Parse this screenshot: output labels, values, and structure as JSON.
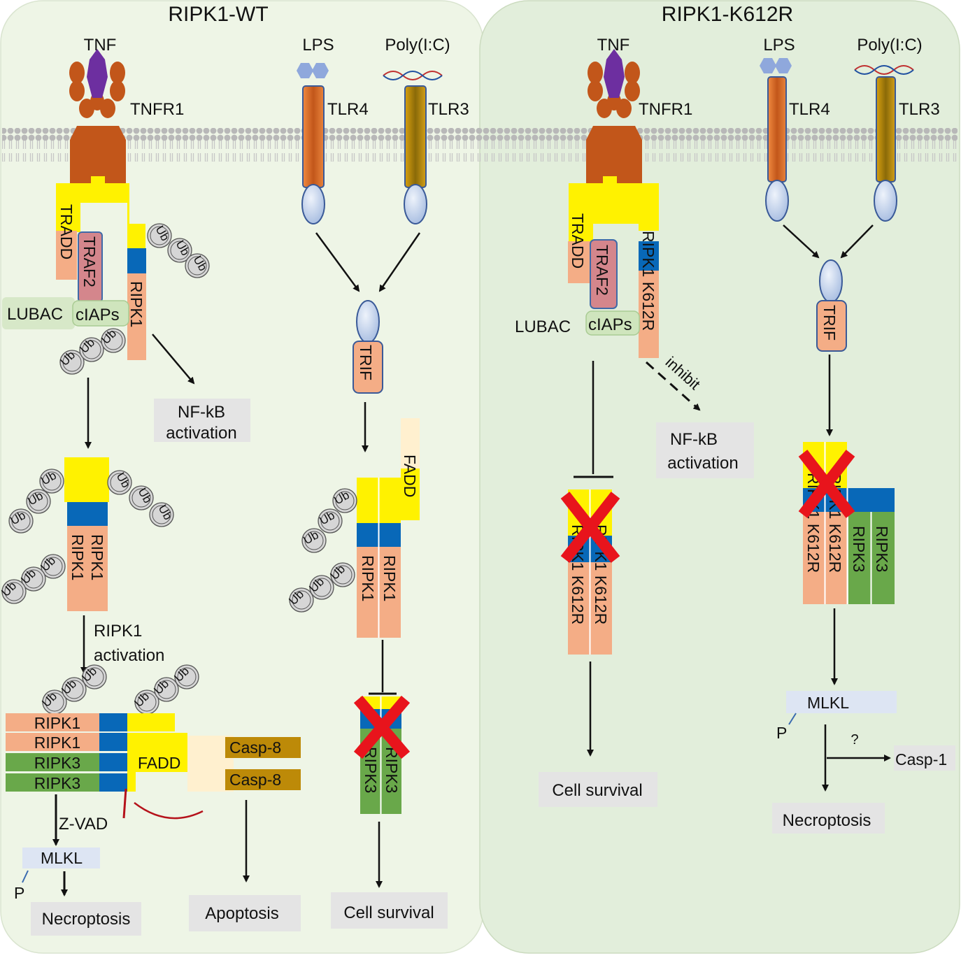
{
  "panels": {
    "wt": {
      "title": "RIPK1-WT"
    },
    "mut": {
      "title": "RIPK1-K612R"
    }
  },
  "ligands": {
    "tnf": "TNF",
    "lps": "LPS",
    "polyic": "Poly(I:C)"
  },
  "receptors": {
    "tnfr1": "TNFR1",
    "tlr4": "TLR4",
    "tlr3": "TLR3"
  },
  "proteins": {
    "tradd": "TRADD",
    "traf2": "TRAF2",
    "ripk1": "RIPK1",
    "ripk1_k612r": "RIPK1 K612R",
    "lubac": "LUBAC",
    "ciaps": "cIAPs",
    "trif": "TRIF",
    "fadd": "FADD",
    "ripk3": "RIPK3",
    "casp8": "Casp-8",
    "casp1": "Casp-1",
    "mlkl": "MLKL",
    "ub": "Ub"
  },
  "labels": {
    "nfkb_line1": "NF-kB",
    "nfkb_line2": "activation",
    "ripk1_act_line1": "RIPK1",
    "ripk1_act_line2": "activation",
    "zvad": "Z-VAD",
    "p": "P",
    "inhibit": "inhibit",
    "question": "?"
  },
  "outcomes": {
    "necroptosis": "Necroptosis",
    "apoptosis": "Apoptosis",
    "cell_survival": "Cell survival"
  },
  "colors": {
    "panel_wt": "#eef5e6",
    "panel_mut": "#e2eedb",
    "membrane": "#b8b8b8",
    "tnfr1": "#c2561a",
    "tnf": "#6d2fa0",
    "yellow": "#fff200",
    "blue": "#0868b8",
    "salmon": "#f4ad86",
    "green": "#69a84a",
    "traf2": "#d4868c",
    "lubac": "#d7e8c8",
    "fadd_pale": "#fff0cf",
    "casp8": "#bd8a08",
    "mlkl": "#dde5f3",
    "outcome": "#e4e4e4",
    "red_x": "#e8141c",
    "zvad": "#b5121b"
  }
}
